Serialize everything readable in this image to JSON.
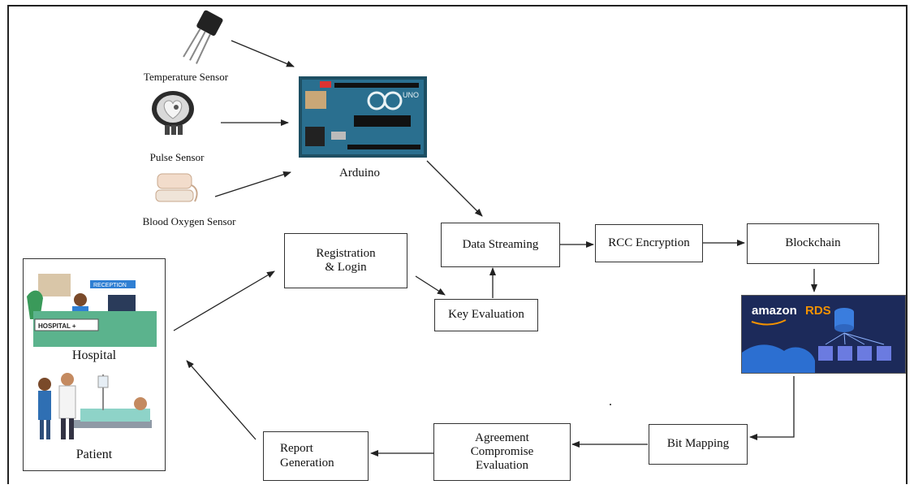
{
  "sensors": {
    "temperature": "Temperature Sensor",
    "pulse": "Pulse Sensor",
    "blood_oxygen": "Blood Oxygen Sensor"
  },
  "arduino": {
    "label": "Arduino",
    "board_text": "UNO"
  },
  "nodes": {
    "data_streaming": "Data Streaming",
    "rcc_encryption": "RCC Encryption",
    "blockchain": "Blockchain",
    "registration_login": "Registration\n& Login",
    "key_evaluation": "Key Evaluation",
    "bit_mapping": "Bit Mapping",
    "agreement_compromise": "Agreement\nCompromise\nEvaluation",
    "report_generation": "Report\nGeneration"
  },
  "amazon_rds": {
    "brand": "amazon",
    "product": "RDS"
  },
  "actors": {
    "hospital": "Hospital",
    "patient": "Patient",
    "reception_sign": "RECEPTION",
    "hospital_sign": "HOSPITAL +"
  },
  "colors": {
    "rds_background": "#1c2a5a",
    "rds_accent": "#f29100",
    "arduino_board": "#2a6f8f",
    "line": "#222222"
  }
}
